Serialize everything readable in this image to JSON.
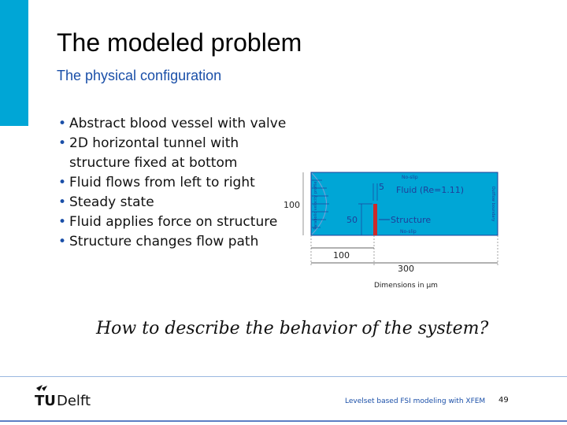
{
  "slide": {
    "title": "The modeled problem",
    "subtitle": "The physical configuration",
    "bullets": [
      "Abstract blood vessel with valve",
      "2D horizontal tunnel with structure fixed at bottom",
      "Fluid flows from left to right",
      "Steady state",
      "Fluid applies force on structure",
      "Structure changes flow path"
    ],
    "question": "How to describe the behavior of the system?"
  },
  "figure": {
    "fluid_label": "Fluid (Re=1.11)",
    "structure_label": "Structure",
    "noslip_top": "No-slip",
    "noslip_bottom": "No-slip",
    "inflow_label": "Parabolic velocity profile",
    "outflow_label": "Outflow boundary",
    "dim_height": "100",
    "dim_structure_height": "50",
    "dim_structure_width": "5",
    "dim_position": "100",
    "dim_length": "300",
    "caption": "Dimensions in µm"
  },
  "footer": {
    "logo_text": "TUDelft",
    "text": "Levelset based FSI modeling with XFEM",
    "page": "49"
  },
  "colors": {
    "accent": "#00a6d6",
    "channel_fill": "#00a6d6",
    "structure": "#cc2a2a",
    "footer_text": "#1a4fa8"
  }
}
